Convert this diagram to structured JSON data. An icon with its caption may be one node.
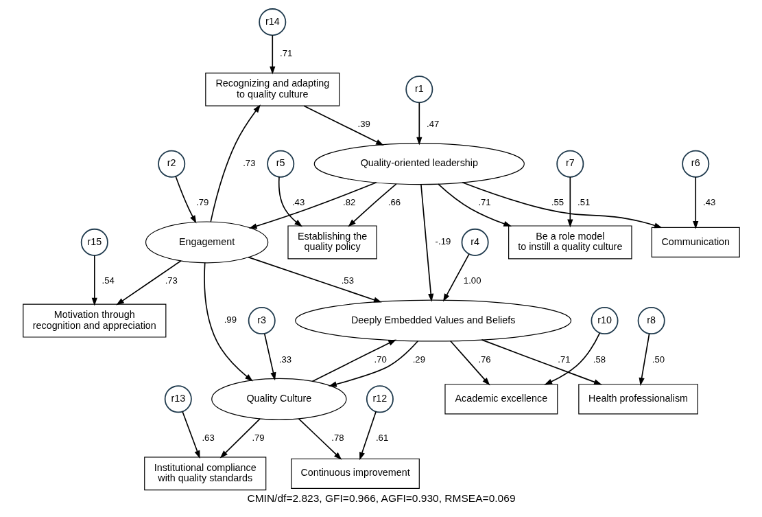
{
  "diagram": {
    "caption": "CMIN/df=2.823, GFI=0.966, AGFI=0.930, RMSEA=0.069",
    "nodes": [
      {
        "text": [
          "r14"
        ]
      },
      {
        "text": [
          "r15"
        ]
      },
      {
        "text": [
          "Recognizing and adapting to quality culture"
        ]
      },
      {
        "text": [
          "Motivation through recognition and appreciation"
        ]
      },
      {
        "text": [
          "r5"
        ]
      },
      {
        "text": [
          "r2"
        ]
      },
      {
        "text": [
          "Establishing the quality policy"
        ]
      },
      {
        "text": [
          "Engagement"
        ]
      },
      {
        "text": [
          "r13"
        ]
      },
      {
        "text": [
          "r6"
        ]
      },
      {
        "text": [
          "r1"
        ]
      },
      {
        "text": [
          "r3"
        ]
      },
      {
        "text": [
          "Institutional compliance with quality standards"
        ]
      },
      {
        "text": [
          "Communication"
        ]
      },
      {
        "text": [
          "Quality-oriented leadership"
        ]
      },
      {
        "text": [
          "Quality Culture"
        ]
      },
      {
        "text": [
          "r7"
        ]
      },
      {
        "text": [
          "r12"
        ]
      },
      {
        "text": [
          "Be a role model to instill a quality culture"
        ]
      },
      {
        "text": [
          "r4"
        ]
      },
      {
        "text": [
          "Continuous improvement"
        ]
      },
      {
        "text": [
          "Deeply Embedded Values and Beliefs"
        ]
      },
      {
        "text": [
          "r8"
        ]
      },
      {
        "text": [
          "r10"
        ]
      },
      {
        "text": [
          "Health professionalism"
        ]
      },
      {
        "text": [
          "Academic excellence"
        ]
      }
    ],
    "edges": [
      {
        "from": 0,
        "to": 2,
        "arrow": "to",
        "label": ".71"
      },
      {
        "from": 1,
        "to": 3,
        "arrow": "to",
        "label": ".54"
      },
      {
        "from": 4,
        "to": 6,
        "arrow": "to",
        "label": ".43"
      },
      {
        "from": 5,
        "to": 7,
        "arrow": "to",
        "label": ".79"
      },
      {
        "from": 8,
        "to": 12,
        "arrow": "to",
        "label": ".63"
      },
      {
        "from": 9,
        "to": 13,
        "arrow": "to",
        "label": ".43"
      },
      {
        "from": 10,
        "to": 14,
        "arrow": "to",
        "label": ".47"
      },
      {
        "from": 11,
        "to": 15,
        "arrow": "to",
        "label": ".33"
      },
      {
        "from": 16,
        "to": 18,
        "arrow": "to",
        "label": ".51"
      },
      {
        "from": 17,
        "to": 20,
        "arrow": "to",
        "label": ".61"
      },
      {
        "from": 19,
        "to": 21,
        "arrow": "to",
        "label": "1.00"
      },
      {
        "from": 22,
        "to": 24,
        "arrow": "to",
        "label": ".50"
      },
      {
        "from": 23,
        "to": 25,
        "arrow": "to",
        "label": ".58"
      },
      {
        "from": 7,
        "to": 2,
        "arrow": "to",
        "label": ".73"
      },
      {
        "from": 7,
        "to": 3,
        "arrow": "to",
        "label": ".73"
      },
      {
        "from": 14,
        "to": 6,
        "arrow": "to",
        "label": ".66"
      },
      {
        "from": 14,
        "to": 13,
        "arrow": "to",
        "label": ".55"
      },
      {
        "from": 14,
        "to": 18,
        "arrow": "to",
        "label": ".71"
      },
      {
        "from": 2,
        "to": 14,
        "arrow": "to",
        "label": ".39"
      },
      {
        "from": 14,
        "to": 7,
        "arrow": "to",
        "label": ".82"
      },
      {
        "from": 7,
        "to": 21,
        "arrow": "to",
        "label": ".53"
      },
      {
        "from": 7,
        "to": 15,
        "arrow": "to",
        "label": ".99"
      },
      {
        "from": 14,
        "to": 21,
        "arrow": "to",
        "label": "-.19"
      },
      {
        "from": 15,
        "to": 12,
        "arrow": "to",
        "label": ".79"
      },
      {
        "from": 15,
        "to": 20,
        "arrow": "to",
        "label": ".78"
      },
      {
        "from": 15,
        "to": 21,
        "arrow": "to",
        "label": ".70"
      },
      {
        "from": 21,
        "to": 15,
        "arrow": "to",
        "label": ".29"
      },
      {
        "from": 21,
        "to": 24,
        "arrow": "to",
        "label": ".71"
      },
      {
        "from": 21,
        "to": 25,
        "arrow": "to",
        "label": ".76"
      }
    ]
  }
}
